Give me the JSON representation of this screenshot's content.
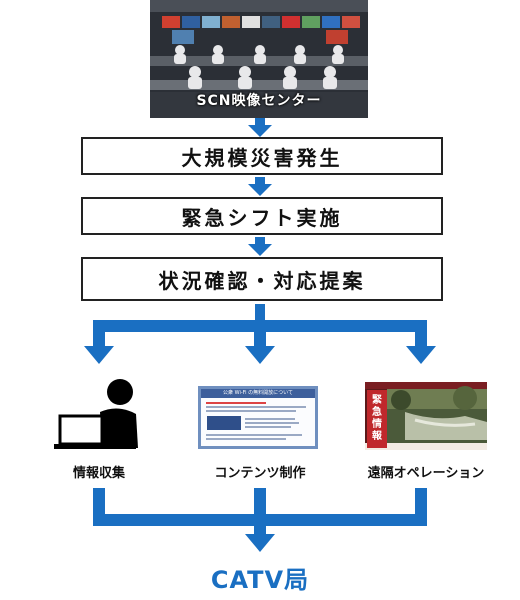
{
  "header": {
    "caption": "SCN映像センター"
  },
  "flow": {
    "step1": "大規模災害発生",
    "step2": "緊急シフト実施",
    "step3": "状況確認・対応提案"
  },
  "branches": {
    "info": "情報収集",
    "content": "コンテンツ制作",
    "remote": "遠隔オペレーション"
  },
  "wifi_card": {
    "title": "公衆 Wi-Fi の無料開放について"
  },
  "alert_screen": {
    "badge": [
      "緊",
      "急",
      "情",
      "報"
    ]
  },
  "destination": "CATV局",
  "colors": {
    "arrow": "#1a6fc2",
    "box_border": "#222222",
    "destination": "#1a6fc2"
  }
}
